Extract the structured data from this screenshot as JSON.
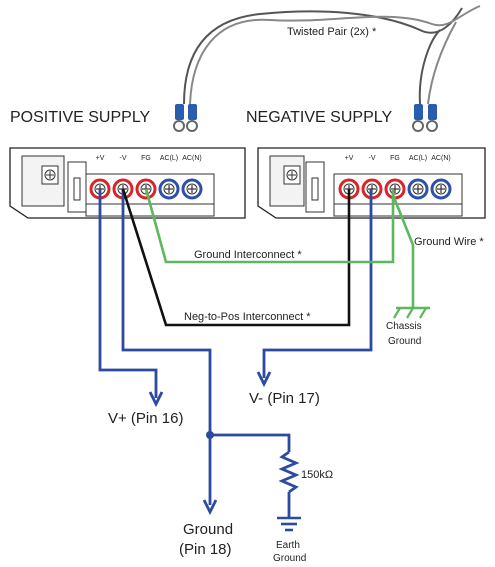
{
  "labels": {
    "twisted_pair": "Twisted Pair (2x) *",
    "positive_supply": "POSITIVE SUPPLY",
    "negative_supply": "NEGATIVE SUPPLY",
    "ground_interconnect": "Ground Interconnect *",
    "ground_wire": "Ground Wire *",
    "neg_to_pos": "Neg-to-Pos Interconnect *",
    "chassis_ground_1": "Chassis",
    "chassis_ground_2": "Ground",
    "vplus": "V+ (Pin 16)",
    "vminus": "V- (Pin 17)",
    "resistor": "150kΩ",
    "ground_1": "Ground",
    "ground_2": "(Pin 18)",
    "earth_ground_1": "Earth",
    "earth_ground_2": "Ground"
  },
  "terminals": [
    "+V",
    "-V",
    "FG",
    "AC(L)",
    "AC(N)"
  ],
  "colors": {
    "blue_wire": "#2b4aa0",
    "black_wire": "#111111",
    "green_wire": "#5cb85c",
    "terminal_red": "#d9252a",
    "terminal_blue": "#2f4fae",
    "lug_blue": "#2a5db0"
  }
}
